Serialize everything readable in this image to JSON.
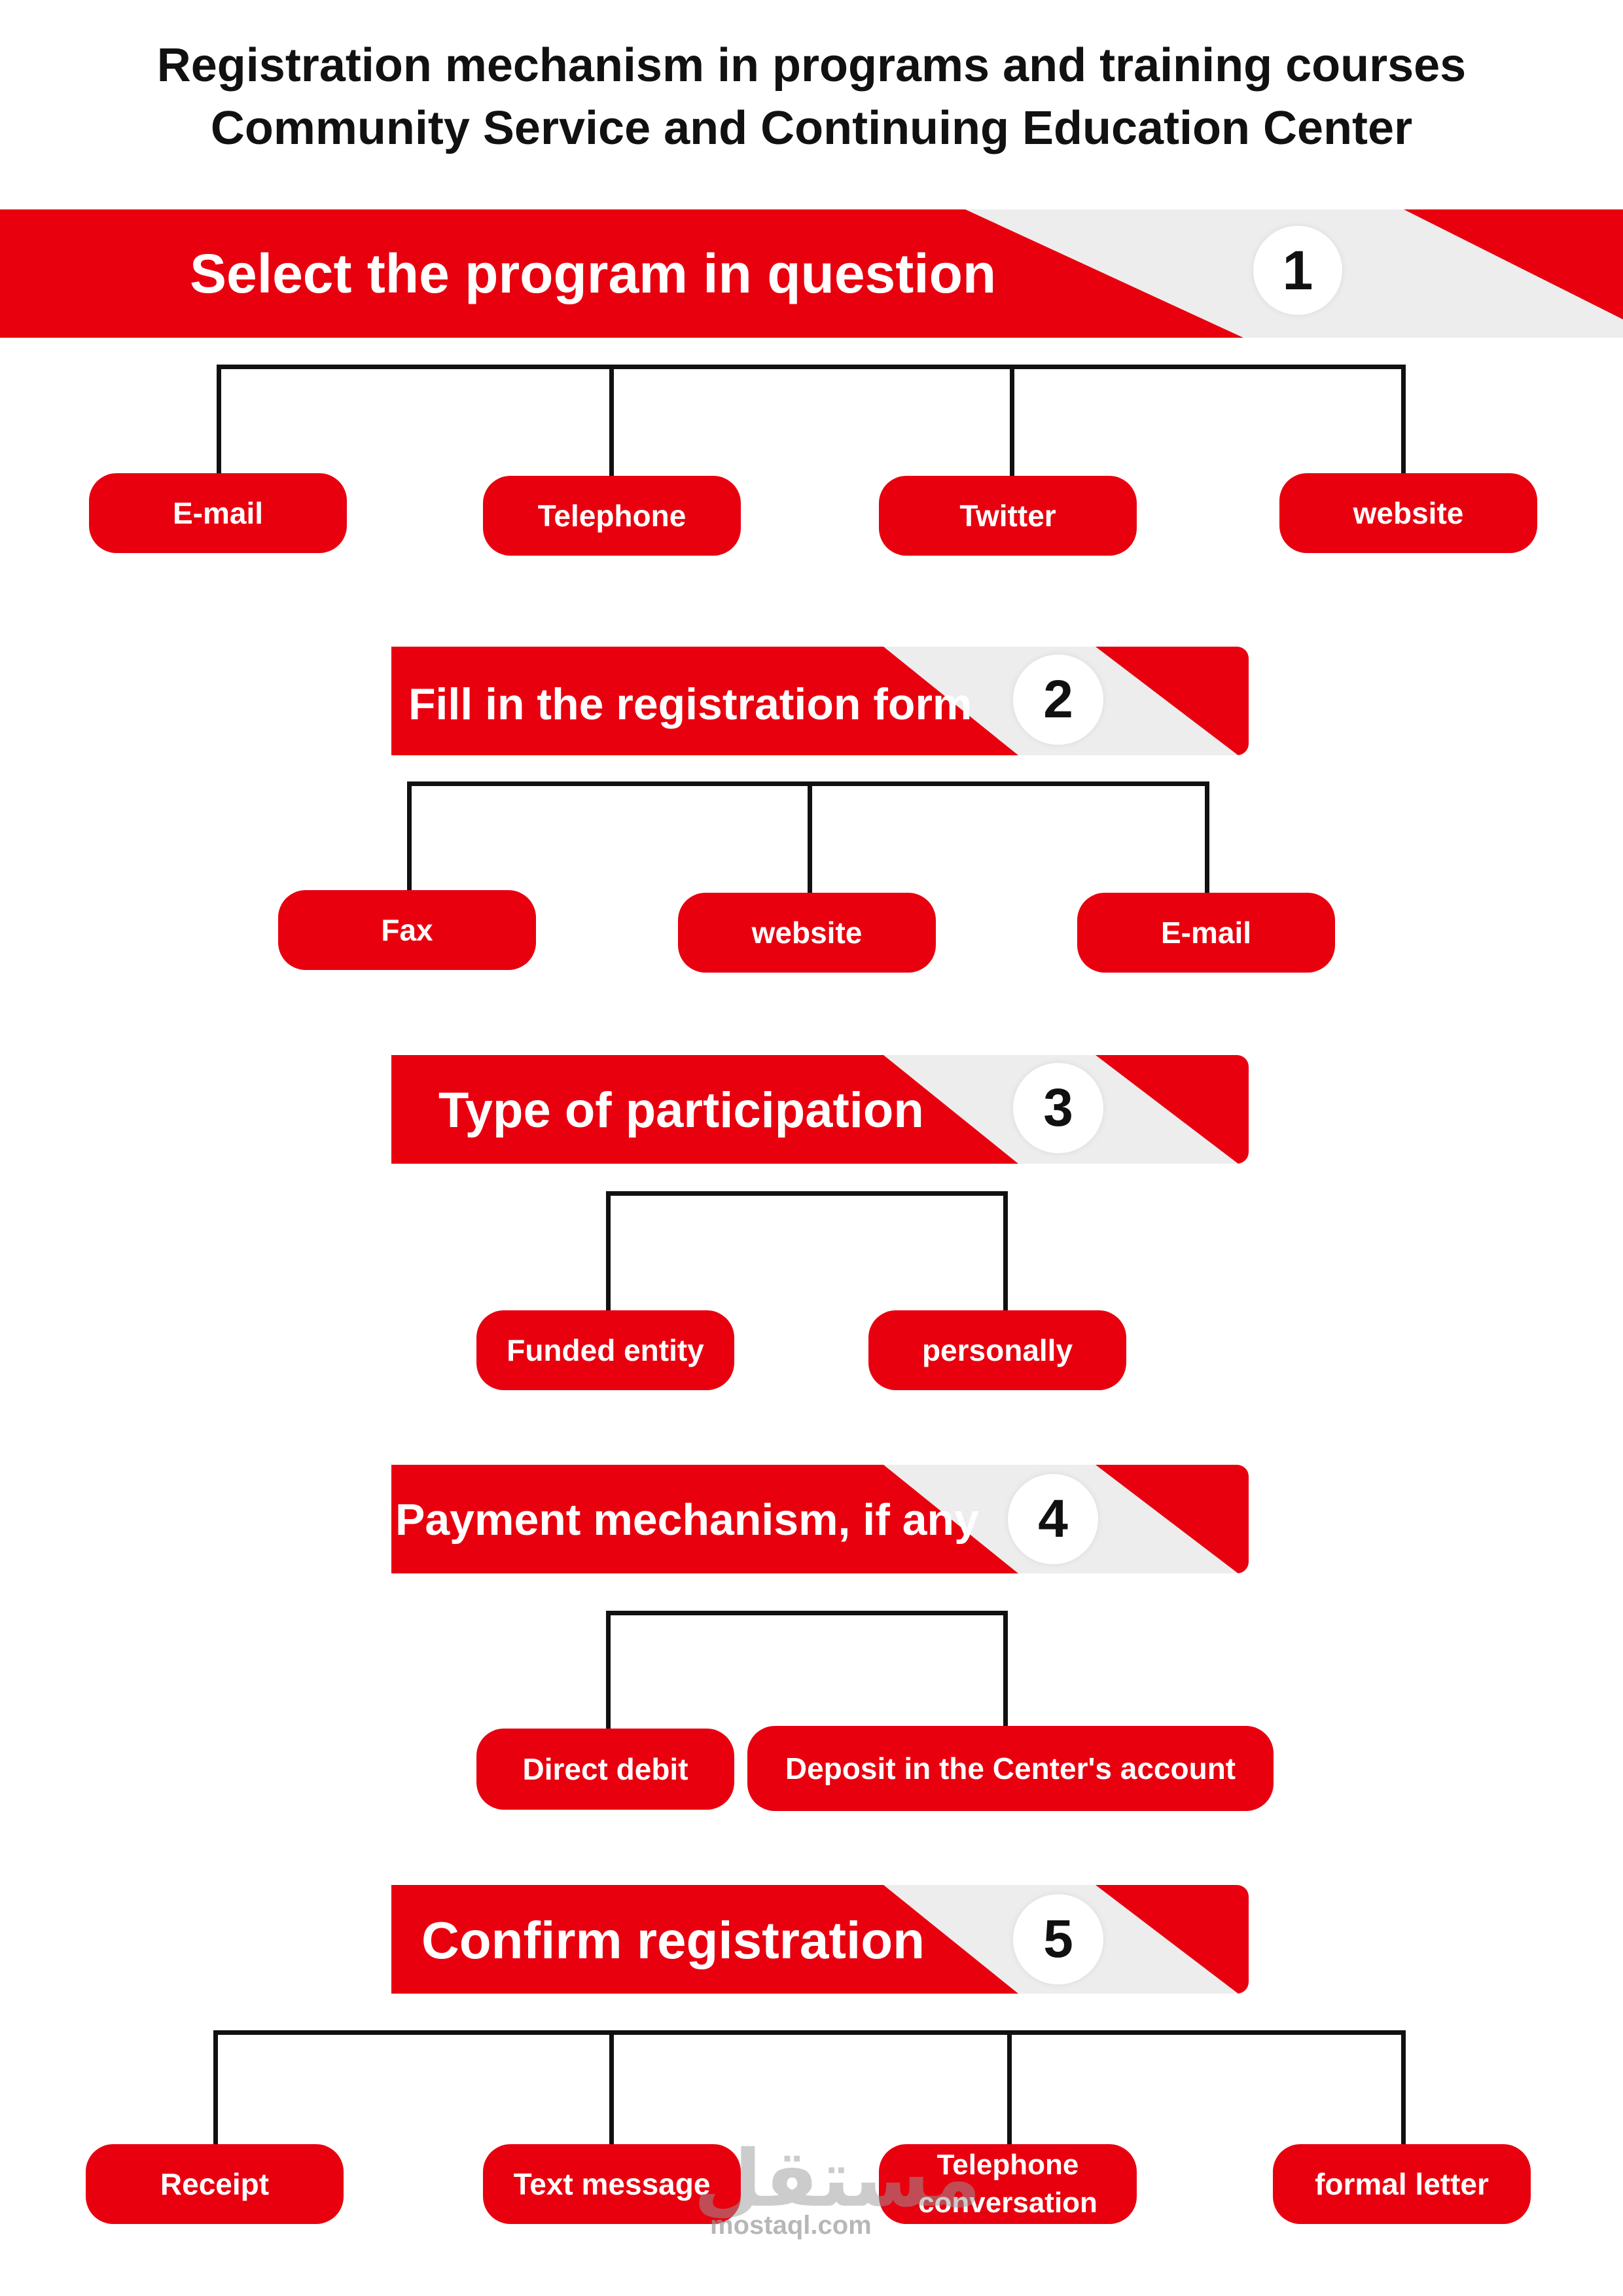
{
  "header": {
    "title_line1": "Registration mechanism in programs and training courses",
    "title_line2": "Community Service and Continuing Education Center"
  },
  "colors": {
    "accent": "#e8000f",
    "stripe": "#ededed",
    "connector": "#111111"
  },
  "steps": [
    {
      "number": "1",
      "label": "Select the program in question",
      "options": [
        "E-mail",
        "Telephone",
        "Twitter",
        "website"
      ]
    },
    {
      "number": "2",
      "label": "Fill in the registration form",
      "options": [
        "Fax",
        "website",
        "E-mail"
      ]
    },
    {
      "number": "3",
      "label": "Type of participation",
      "options": [
        "Funded entity",
        "personally"
      ]
    },
    {
      "number": "4",
      "label": "Payment mechanism, if any",
      "options": [
        "Direct debit",
        "Deposit in the Center's account"
      ]
    },
    {
      "number": "5",
      "label": "Confirm registration",
      "options": [
        "Receipt",
        "Text message",
        "Telephone conversation",
        "formal letter"
      ]
    }
  ],
  "watermark": {
    "brand": "مستقل",
    "url": "mostaql.com"
  }
}
